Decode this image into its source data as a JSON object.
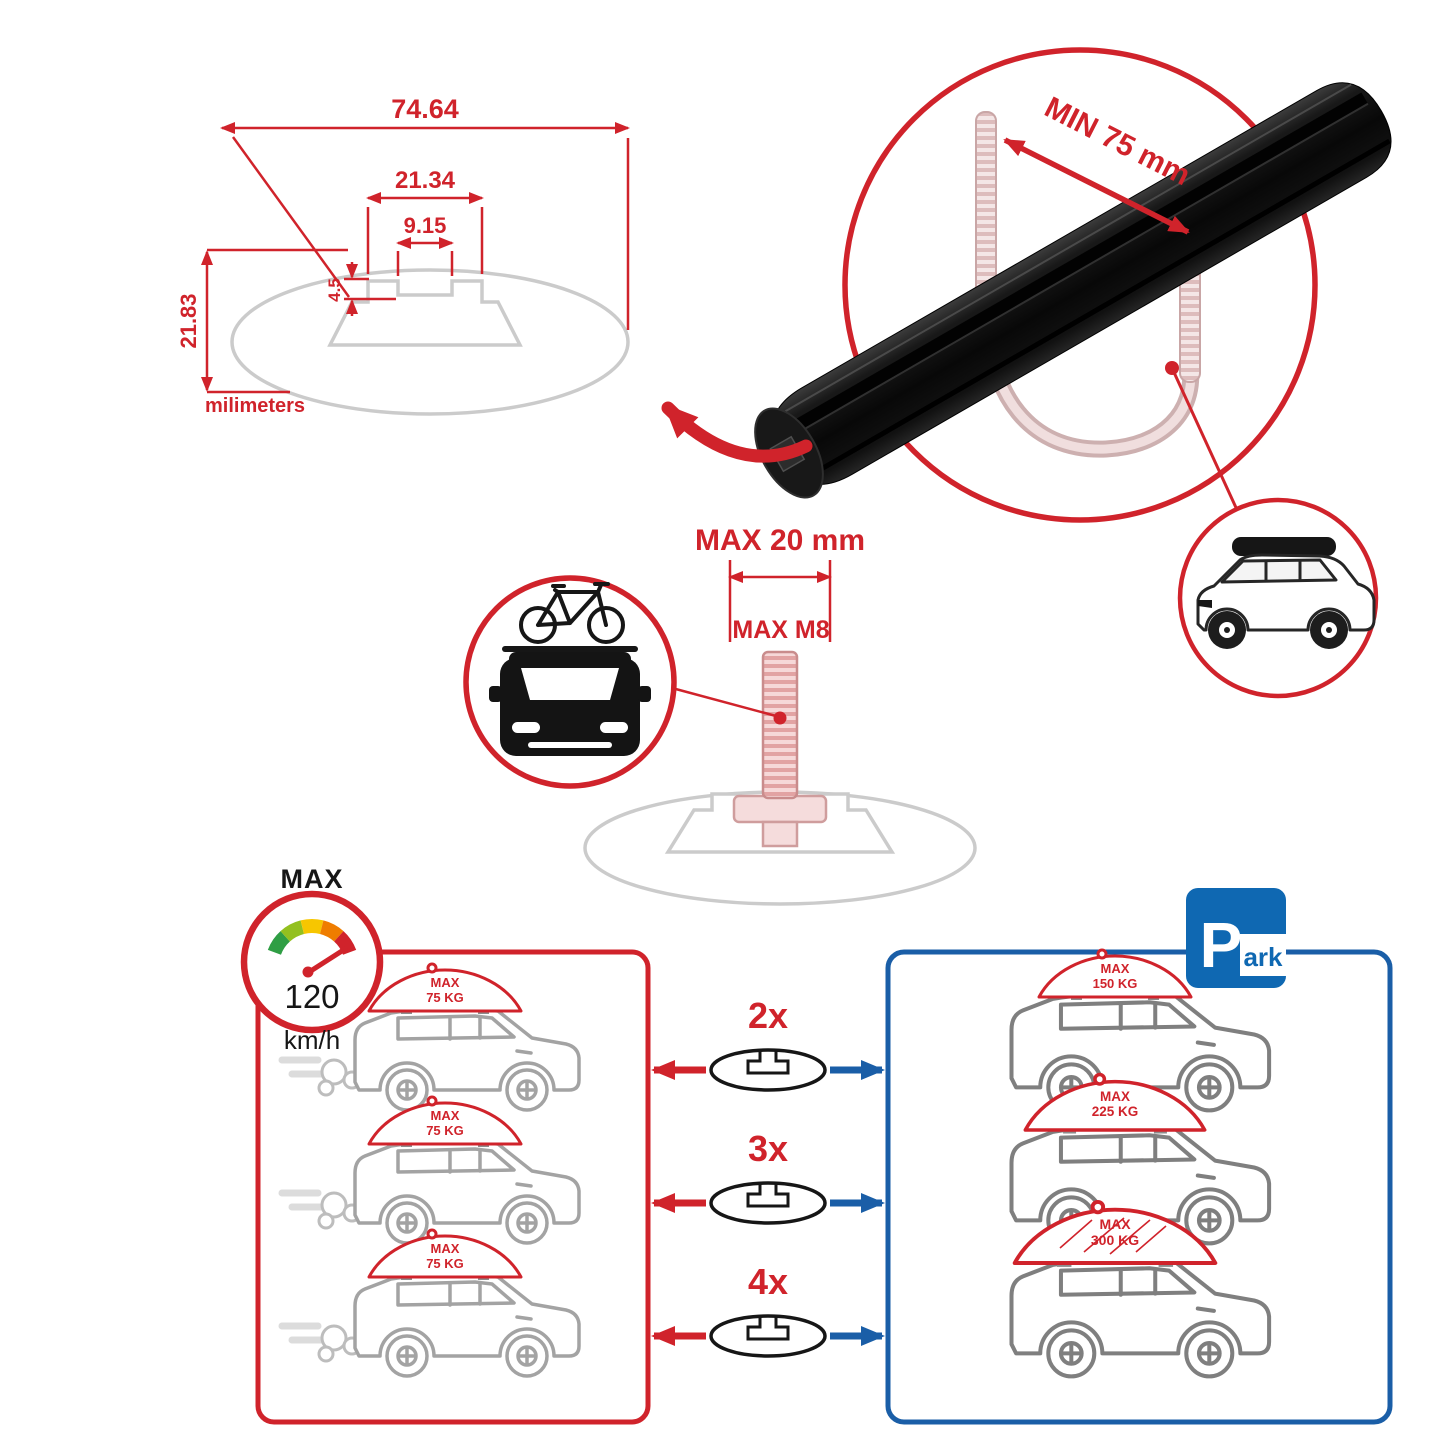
{
  "colors": {
    "accent_red": "#d0232b",
    "accent_blue": "#1a5ea7",
    "park_sign_blue": "#0f68b2",
    "profile_outline_gray": "#cbcbcb",
    "car_outline_gray": "#a0a0a0",
    "crossbar_black": "#111111",
    "thread_pink": "#e2a3a3"
  },
  "icons": {
    "speedometer": "speed-gauge-icon",
    "parking_sign": "park-sign-icon",
    "bike_on_car": "car-front-with-bicycle-icon",
    "suv_with_roof_box": "suv-roof-box-icon",
    "crossbar_profile": "aero-crossbar-profile-icon",
    "exhaust": "exhaust-cloud-icon"
  },
  "dimensions": {
    "total_width": "74.64",
    "channel_outer_width": "21.34",
    "channel_inner_width": "9.15",
    "channel_depth": "4.5",
    "total_height": "21.83",
    "unit": "milimeters"
  },
  "clamp": {
    "min_label": "MIN 75 mm"
  },
  "bolt": {
    "max_length": "MAX 20 mm",
    "max_thread": "MAX M8"
  },
  "speedometer": {
    "title": "MAX",
    "value": "120",
    "unit": "km/h"
  },
  "multipliers": [
    {
      "count": "2x"
    },
    {
      "count": "3x"
    },
    {
      "count": "4x"
    }
  ],
  "driving_panel": {
    "cars": [
      {
        "load_line1": "MAX",
        "load_line2": "75 KG"
      },
      {
        "load_line1": "MAX",
        "load_line2": "75 KG"
      },
      {
        "load_line1": "MAX",
        "load_line2": "75 KG"
      }
    ]
  },
  "parked_panel": {
    "sign": {
      "letter": "P",
      "suffix": "ark"
    },
    "cars": [
      {
        "load_line1": "MAX",
        "load_line2": "150 KG"
      },
      {
        "load_line1": "MAX",
        "load_line2": "225 KG"
      },
      {
        "load_line1": "MAX",
        "load_line2": "300 KG"
      }
    ]
  }
}
